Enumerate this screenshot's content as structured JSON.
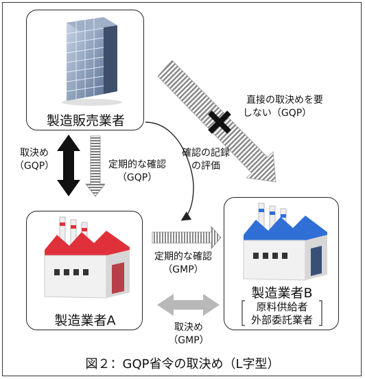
{
  "nodes": {
    "seller": {
      "label": "製造販売業者"
    },
    "maker_a": {
      "label": "製造業者A"
    },
    "maker_b": {
      "label": "製造業者B",
      "sub_line1": "原料供給者",
      "sub_line2": "外部委託業者"
    }
  },
  "edges": {
    "agreement_gqp": {
      "line1": "取決め",
      "line2": "（GQP）"
    },
    "periodic_gqp": {
      "line1": "定期的な確認",
      "line2": "（GQP）"
    },
    "record_eval": {
      "line1": "確認の記録",
      "line2": "の評価"
    },
    "no_direct": {
      "line1": "直接の取決めを要",
      "line2": "しない（GQP）"
    },
    "periodic_gmp": {
      "line1": "定期的な確認",
      "line2": "（GMP）"
    },
    "agreement_gmp": {
      "line1": "取決め",
      "line2": "（GMP）"
    }
  },
  "caption": "図２：GQP省令の取決め（L字型）",
  "colors": {
    "factory_a_roof": "#e0303a",
    "factory_b_roof": "#2f6fd6",
    "building": "#7f95b5"
  }
}
